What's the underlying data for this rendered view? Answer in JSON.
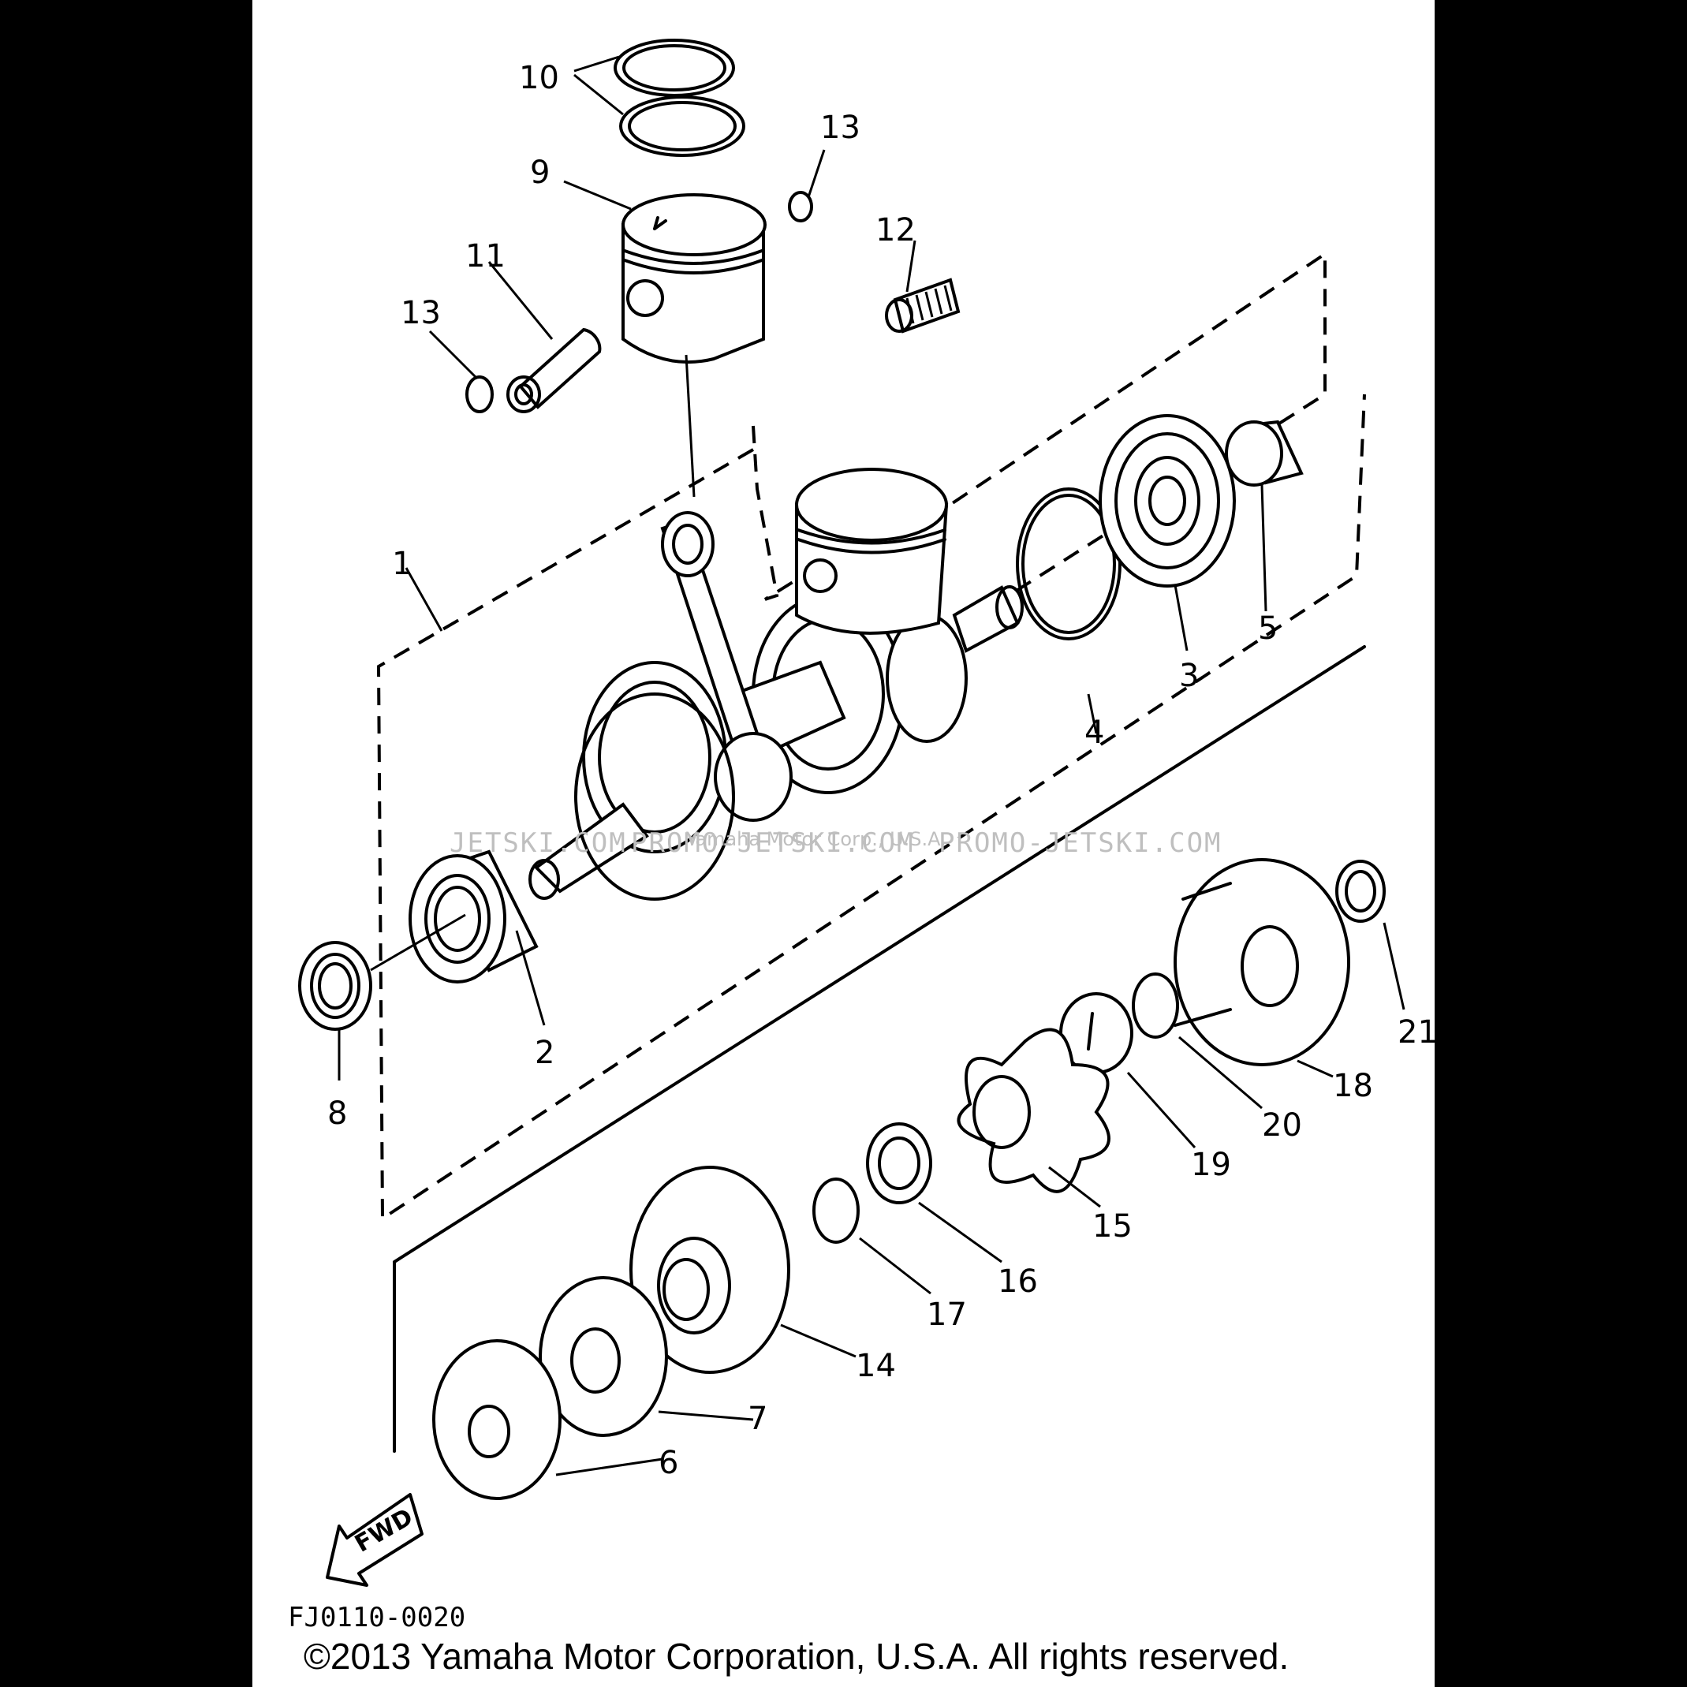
{
  "diagram": {
    "callouts": [
      "1",
      "2",
      "3",
      "4",
      "5",
      "6",
      "7",
      "8",
      "9",
      "10",
      "11",
      "12",
      "13",
      "13",
      "14",
      "15",
      "16",
      "17",
      "18",
      "19",
      "20",
      "21"
    ],
    "direction_label": "FWD",
    "figure_code": "FJ0110-0020",
    "copyright": "©2013 Yamaha Motor Corporation, U.S.A. All rights reserved.",
    "watermark_left": "JETSKI.COM",
    "watermark_mid": "PROMO-JETSKI.COM",
    "watermark_right": "PROMO-JETSKI.COM",
    "watermark_small": "Yamaha Motor Corp., U.S.A."
  }
}
